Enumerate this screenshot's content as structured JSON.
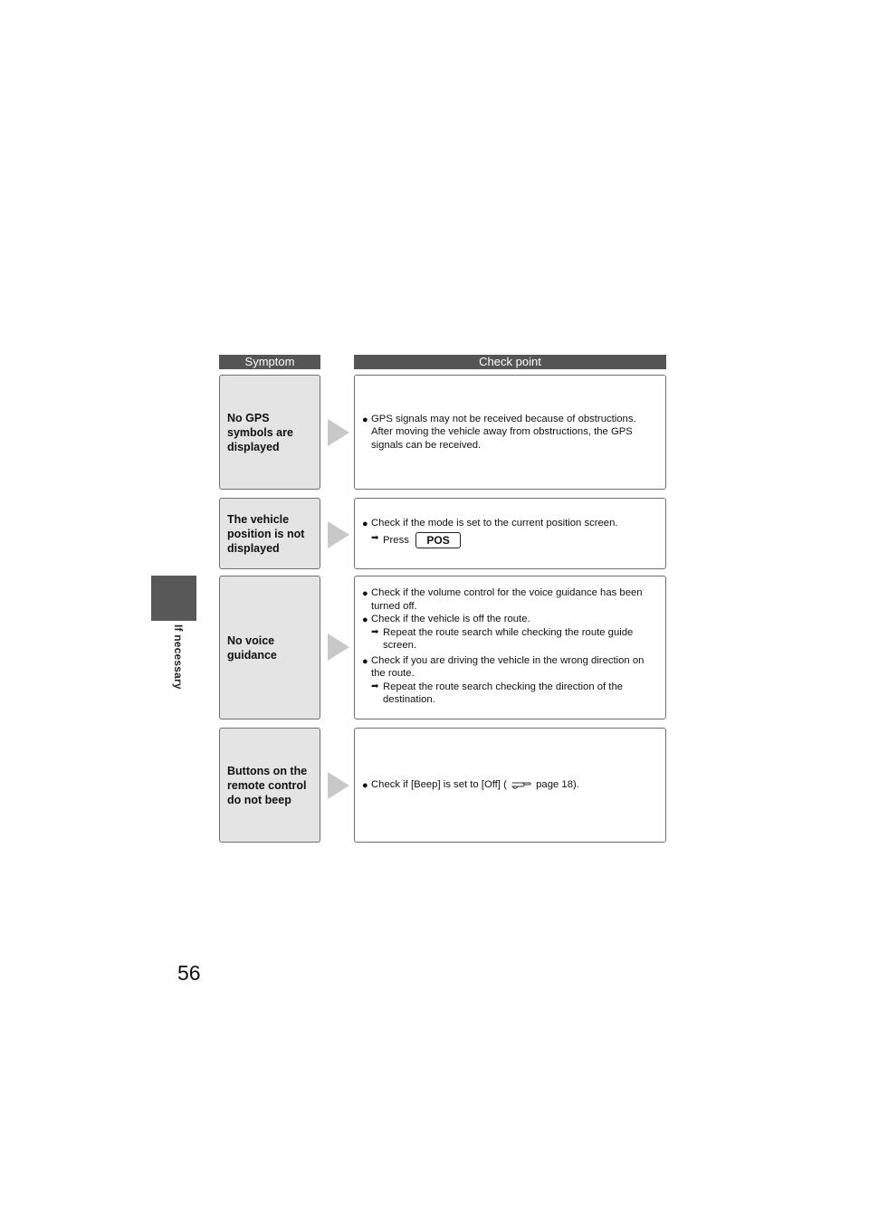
{
  "side_label": "If necessary",
  "page_number": "56",
  "headers": {
    "symptom": "Symptom",
    "check_point": "Check point"
  },
  "rows": [
    {
      "symptom": "No GPS\nsymbols are\ndisplayed",
      "items": [
        {
          "line1": "GPS signals may not be received because of obstructions.",
          "line2": "After moving the vehicle away from obstructions, the GPS",
          "line3": "signals can be received."
        }
      ]
    },
    {
      "symptom": "The vehicle\nposition is not\ndisplayed",
      "items": [
        {
          "text": "Check if the mode is set to the current position screen.",
          "sub_text": "Press",
          "button": "POS"
        }
      ]
    },
    {
      "symptom": "No voice\nguidance",
      "items": [
        {
          "line1": "Check if the volume control for the voice guidance has been",
          "line2": "turned off."
        },
        {
          "text": "Check if the vehicle is off the route.",
          "sub1": "Repeat the route search while checking the route guide",
          "sub2": "screen."
        },
        {
          "line1": "Check if you are driving the vehicle in the wrong direction on",
          "line2": "the route.",
          "sub1": "Repeat the route search checking the direction of the",
          "sub2": "destination."
        }
      ]
    },
    {
      "symptom": "Buttons on the\nremote control\ndo not beep",
      "items": [
        {
          "before": "Check if [Beep] is set to [Off] (",
          "icon": "pointing-hand-icon",
          "after": "page 18)."
        }
      ]
    }
  ]
}
